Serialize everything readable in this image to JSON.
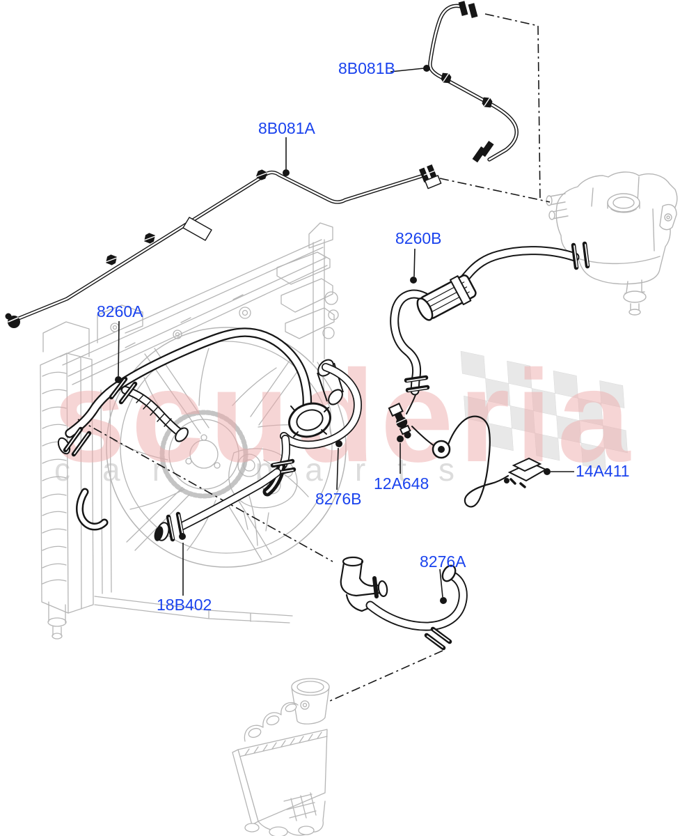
{
  "diagram": {
    "type": "automotive-parts-line-drawing",
    "subject": "cooling system hoses, radiator, expansion tank and charge air cooler",
    "part_labels": [
      "8B081B",
      "8B081A",
      "8260B",
      "8260A",
      "14A411",
      "12A648",
      "8276B",
      "8276A",
      "18B402"
    ],
    "watermark": {
      "brand": "scuderia",
      "sub": "car parts"
    },
    "colors": {
      "label_blue": "#1a43ee",
      "watermark_pink": "#eeadad",
      "watermark_gray": "#dcdcdc",
      "checker_gray": "#e5e5e5",
      "art_gray": "#b5b5b5",
      "art_black": "#161616",
      "background": "#ffffff"
    }
  }
}
